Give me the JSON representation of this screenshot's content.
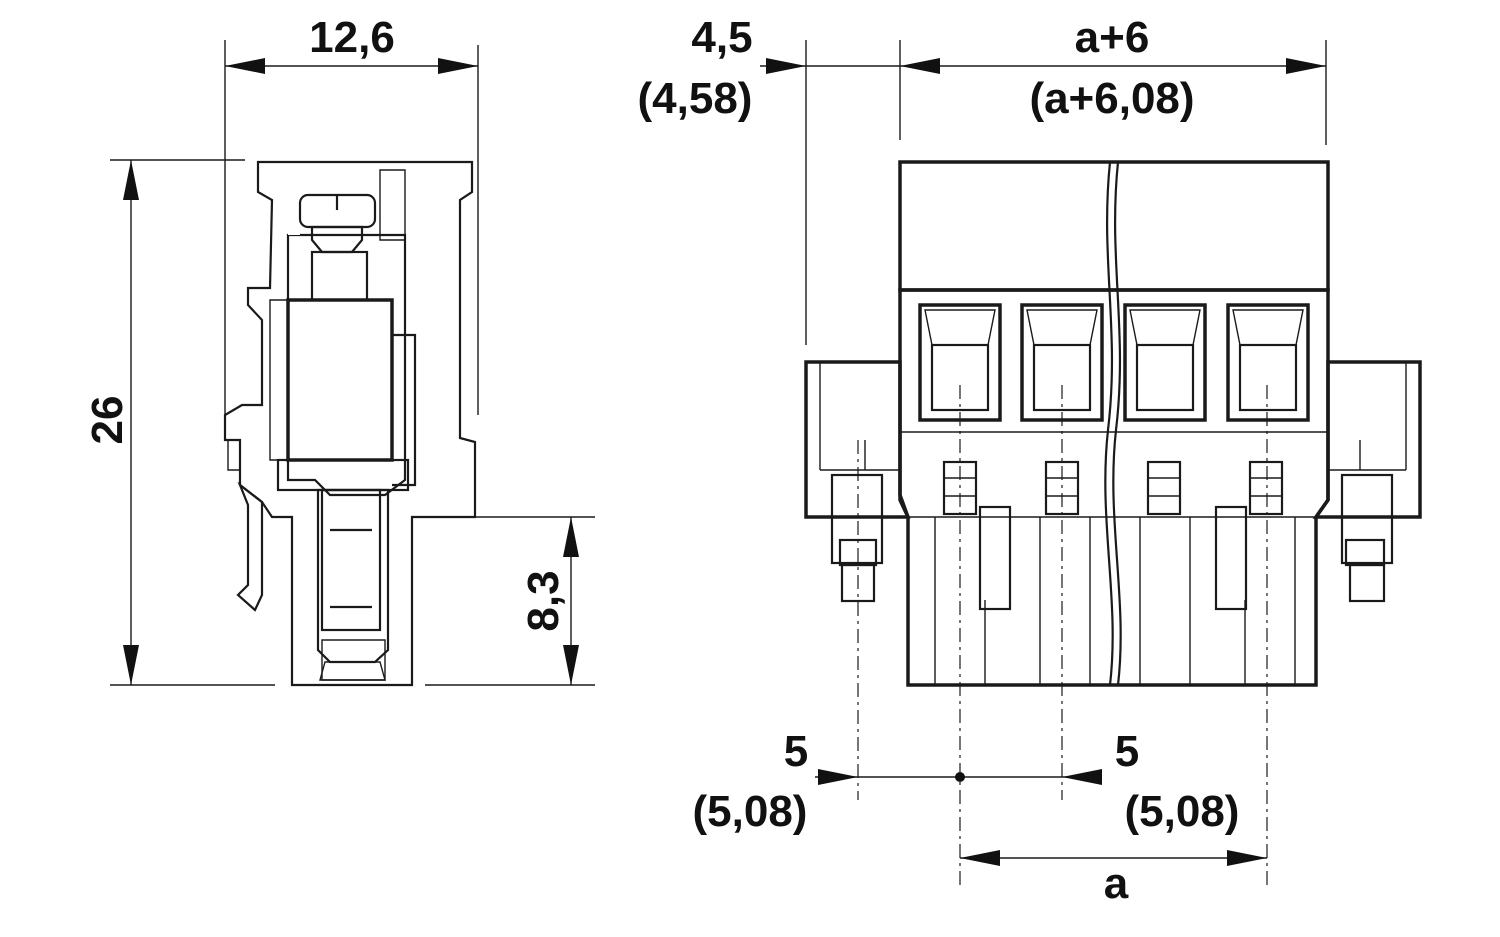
{
  "side_view": {
    "width_label": "12,6",
    "height_label": "26",
    "pin_length_label": "8,3"
  },
  "front_view": {
    "offset_label": "4,5",
    "offset_alt_label": "(4,58)",
    "width_label": "a+6",
    "width_alt_label": "(a+6,08)",
    "pitch_left_label": "5",
    "pitch_left_alt_label": "(5,08)",
    "pitch_right_label": "5",
    "pitch_right_alt_label": "(5,08)",
    "span_label": "a"
  },
  "colors": {
    "line": "#1a1a1a",
    "metal_fill": "#cfcfcf",
    "hatch": "#333333"
  }
}
